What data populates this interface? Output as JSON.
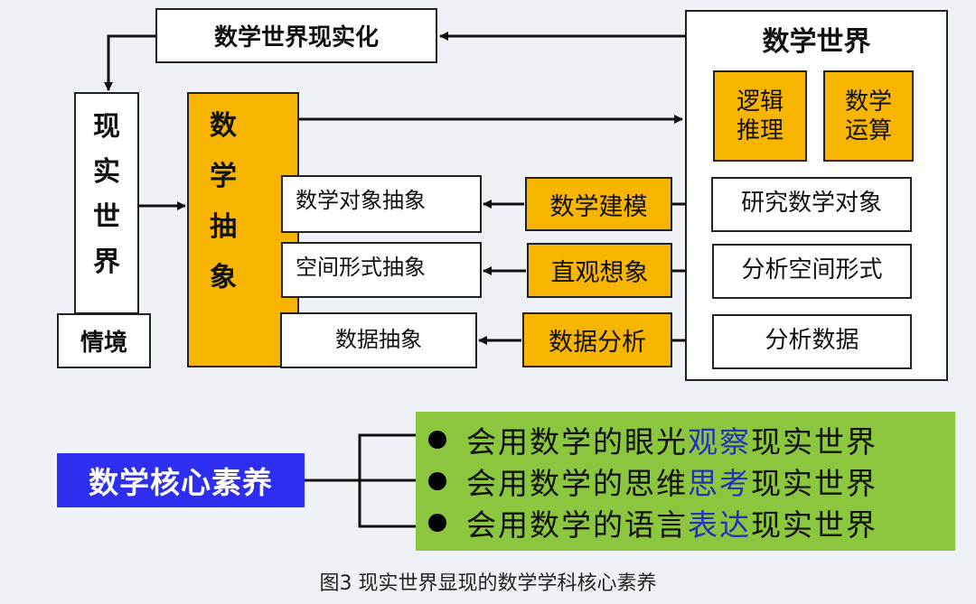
{
  "diagram": {
    "realization": "数学世界现实化",
    "math_world": "数学世界",
    "logic": [
      "逻辑",
      "推理"
    ],
    "operation": [
      "数学",
      "运算"
    ],
    "real_world_chars": [
      "现",
      "实",
      "世",
      "界"
    ],
    "situation": "情境",
    "abstraction_chars": [
      "数",
      "学",
      "抽",
      "象"
    ],
    "rows": [
      {
        "left": "数学对象抽象",
        "middle": "数学建模",
        "right": "研究数学对象"
      },
      {
        "left": "空间形式抽象",
        "middle": "直观想象",
        "right": "分析空间形式"
      },
      {
        "left": "数据抽象",
        "middle": "数据分析",
        "right": "分析数据"
      }
    ]
  },
  "core": {
    "label": "数学核心素养",
    "items": [
      {
        "pre": "会用数学的眼光",
        "key": "观察",
        "post": "现实世界"
      },
      {
        "pre": "会用数学的思维",
        "key": "思考",
        "post": "现实世界"
      },
      {
        "pre": "会用数学的语言",
        "key": "表达",
        "post": "现实世界"
      }
    ]
  },
  "caption": "图3 现实世界显现的数学学科核心素养",
  "colors": {
    "orange": "#f7b500",
    "green": "#8cc63f",
    "blue_box": "#2e2ef0",
    "highlight_text": "#2633b8"
  }
}
